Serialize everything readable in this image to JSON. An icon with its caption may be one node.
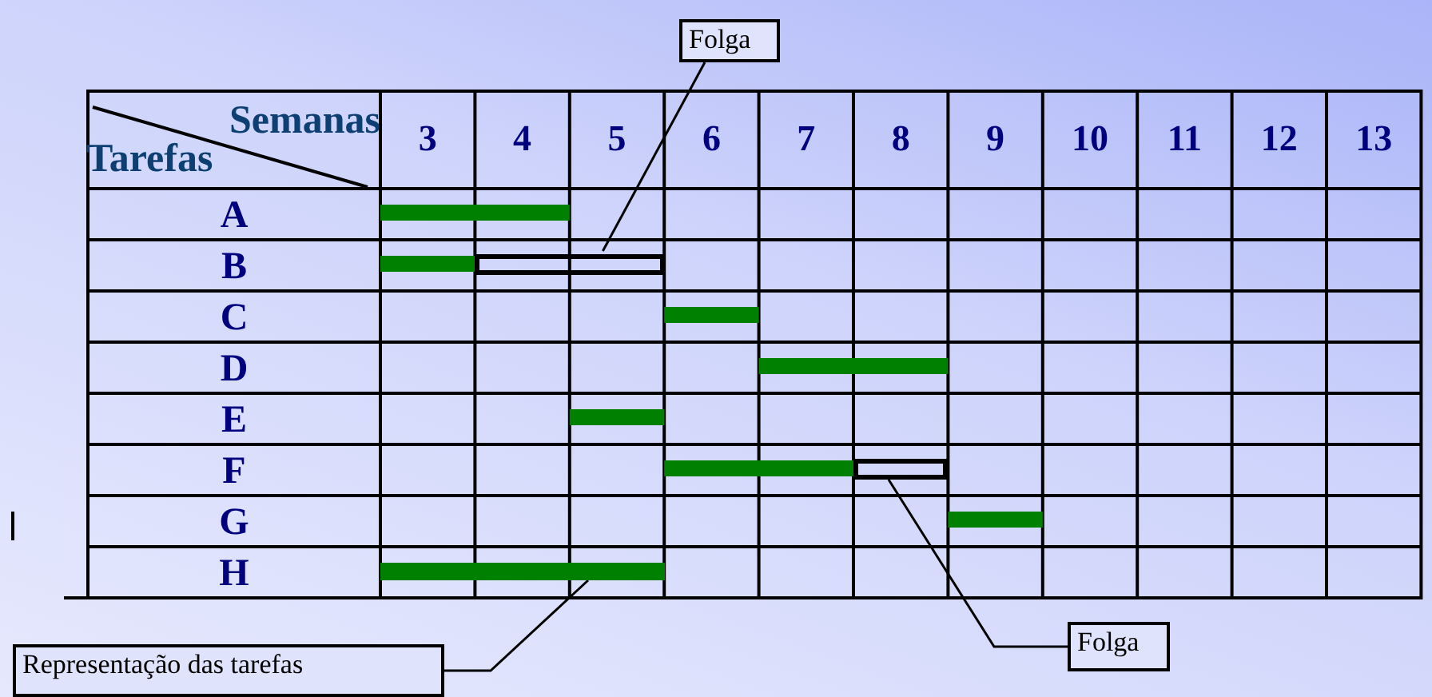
{
  "diagram": {
    "nodes": [
      {
        "text": [
          "Folga"
        ]
      },
      {
        "text": [],
        "shape": "box"
      },
      {
        "text": [
          "Folga"
        ]
      },
      {
        "text": [],
        "shape": "box"
      },
      {
        "text": [
          "Representação das tarefas"
        ]
      },
      {
        "text": [],
        "shape": "bar"
      }
    ],
    "edges": [
      {
        "from": 0,
        "to": 1,
        "arrow": "none"
      },
      {
        "from": 2,
        "to": 3,
        "arrow": "none"
      },
      {
        "from": 4,
        "to": 5,
        "arrow": "none"
      }
    ],
    "labels": [
      "Semanas",
      "Tarefas",
      "3",
      "4",
      "5",
      "6",
      "7",
      "8",
      "9",
      "10",
      "11",
      "12",
      "13",
      "A",
      "B",
      "C",
      "D",
      "E",
      "F",
      "G",
      "H"
    ]
  }
}
